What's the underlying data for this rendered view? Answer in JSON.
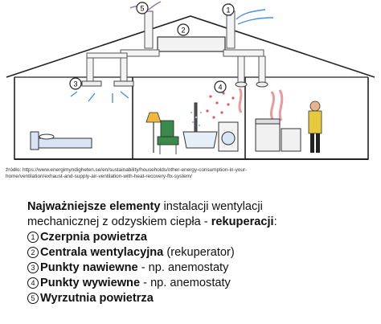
{
  "diagram": {
    "markers": [
      "1",
      "2",
      "3",
      "4",
      "5"
    ]
  },
  "source": {
    "line1": "źródło: https://www.energimyndigheten.se/en/sustainability/households/other-energy-consumption-in-your-",
    "line2": "home/ventilation/exhaust-and-supply-air-ventilation-with-heat-recovery-ftx-system/"
  },
  "legend": {
    "intro_bold": "Najważniejsze elementy",
    "intro_rest1": " instalacji wentylacji",
    "intro_line2_start": "mechanicznej z odzyskiem ciepła - ",
    "intro_line2_bold": "rekuperacji",
    "intro_line2_end": ":",
    "items": [
      {
        "num": "1",
        "bold": "Czerpnia powietrza",
        "rest": ""
      },
      {
        "num": "2",
        "bold": "Centrala wentylacyjna",
        "rest": " (rekuperator)"
      },
      {
        "num": "3",
        "bold": "Punkty nawiewne",
        "rest": " - np. anemostaty"
      },
      {
        "num": "4",
        "bold": "Punkty wywiewne",
        "rest": " - np. anemostaty"
      },
      {
        "num": "5",
        "bold": "Wyrzutnia powietrza",
        "rest": ""
      }
    ]
  }
}
